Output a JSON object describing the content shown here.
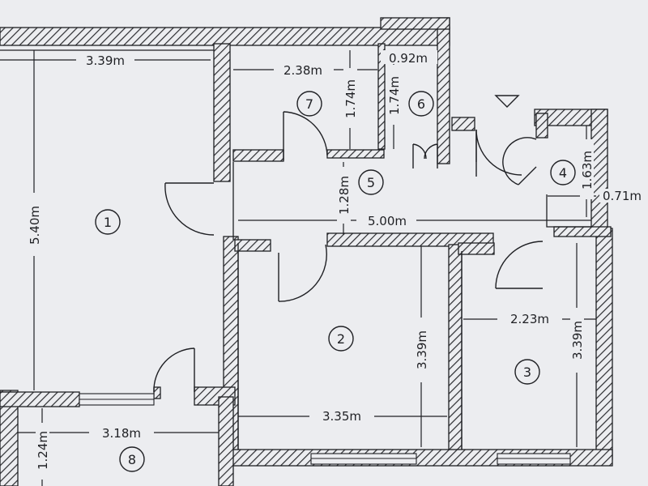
{
  "plan": {
    "colors": {
      "paper": "#ecedf0",
      "wall_hatch": "#2b2c30",
      "line": "#1f2024"
    },
    "rooms": [
      {
        "number": "1"
      },
      {
        "number": "2"
      },
      {
        "number": "3"
      },
      {
        "number": "4"
      },
      {
        "number": "5"
      },
      {
        "number": "6"
      },
      {
        "number": "7"
      },
      {
        "number": "8"
      }
    ],
    "dimensions": {
      "room1_width": "3.39m",
      "room1_length": "5.40m",
      "room7_width": "2.38m",
      "room7_depth": "1.74m",
      "room6_width": "0.92m",
      "room6_depth": "1.74m",
      "hall_width": "1.28m",
      "hall_length": "5.00m",
      "room4_depth": "1.63m",
      "room4_width": "0.71m",
      "room2_depth": "3.39m",
      "room2_width": "3.35m",
      "room3_width": "2.23m",
      "room3_depth": "3.39m",
      "room8_width": "3.18m",
      "room8_depth": "1.24m"
    },
    "entrance_marker": "triangle-marker"
  }
}
